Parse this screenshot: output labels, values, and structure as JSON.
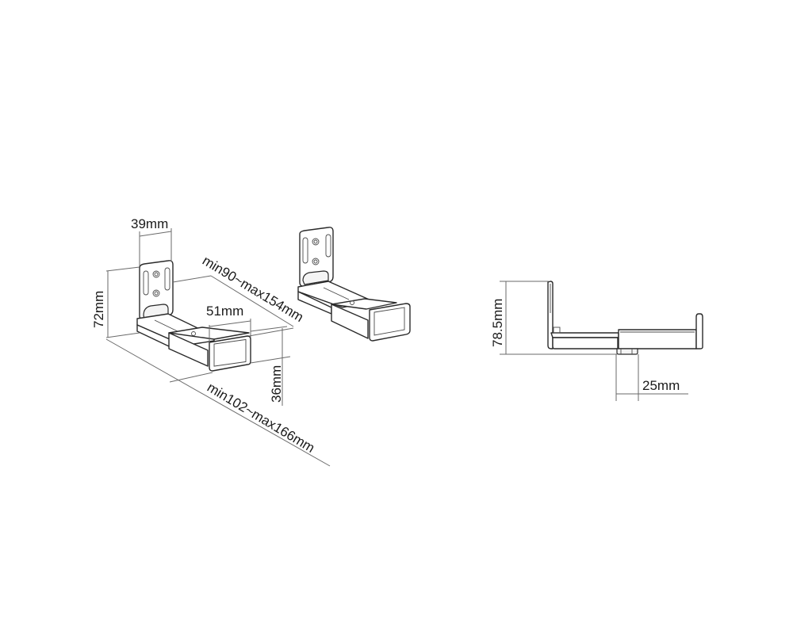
{
  "diagram": {
    "title": "",
    "views": [
      {
        "name": "isometric-view",
        "description": "Pair of adjustable L-shaped speaker/soundbar brackets in isometric projection",
        "dimensions": {
          "width_top": "39mm",
          "height": "72mm",
          "arm_length_inner": "min90~max154mm",
          "end_cap_width": "51mm",
          "end_cap_height": "36mm",
          "arm_length_outer": "min102~max166mm"
        }
      },
      {
        "name": "side-view",
        "description": "Side profile of the bracket",
        "dimensions": {
          "height": "78.5mm",
          "foot_width": "25mm"
        }
      }
    ]
  }
}
